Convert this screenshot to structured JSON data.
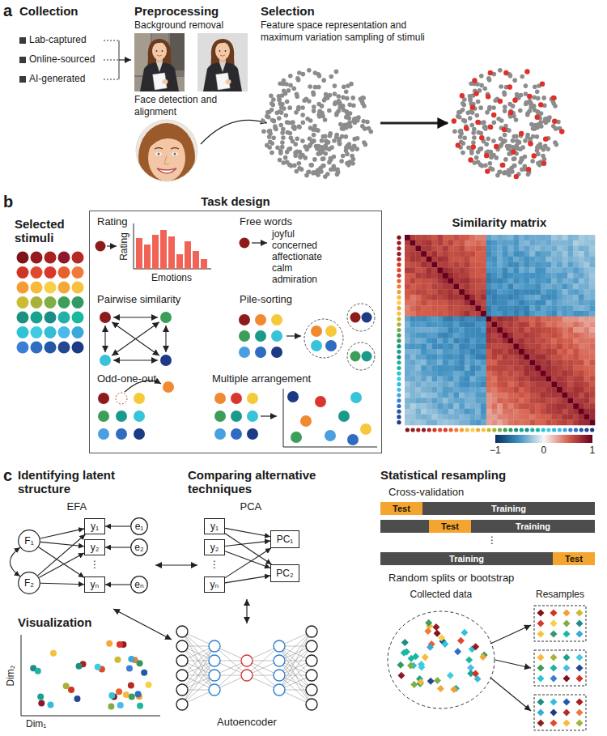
{
  "diagram": {
    "nodes": [
      {
        "text": [
          "Task design"
        ]
      },
      {
        "text": [
          "F₁"
        ]
      },
      {
        "text": [
          "F₂"
        ]
      },
      {
        "text": [
          "y₁"
        ]
      },
      {
        "text": [
          "y₂"
        ]
      },
      {
        "text": [
          "yₙ"
        ]
      },
      {
        "text": [
          "e₁"
        ]
      },
      {
        "text": [
          "e₂"
        ]
      },
      {
        "text": [
          "eₙ"
        ]
      },
      {
        "text": [
          "y₁"
        ]
      },
      {
        "text": [
          "y₂"
        ]
      },
      {
        "text": [
          "yₙ"
        ]
      },
      {
        "text": [
          "PC₁"
        ]
      },
      {
        "text": [
          "PC₂"
        ]
      },
      {
        "text": [
          "Test"
        ]
      },
      {
        "text": [
          "Training"
        ]
      },
      {
        "text": [
          "Test"
        ]
      },
      {
        "text": [
          "Training"
        ]
      },
      {
        "text": [
          "Training"
        ]
      },
      {
        "text": [
          "Test"
        ]
      }
    ],
    "edges": [
      {
        "from": 1,
        "to": 3,
        "arrow": "to"
      },
      {
        "from": 1,
        "to": 4,
        "arrow": "to"
      },
      {
        "from": 1,
        "to": 5,
        "arrow": "to"
      },
      {
        "from": 2,
        "to": 3,
        "arrow": "to"
      },
      {
        "from": 2,
        "to": 4,
        "arrow": "to"
      },
      {
        "from": 2,
        "to": 5,
        "arrow": "to"
      },
      {
        "from": 1,
        "to": 2,
        "arrow": "both"
      },
      {
        "from": 6,
        "to": 3,
        "arrow": "to"
      },
      {
        "from": 7,
        "to": 4,
        "arrow": "to"
      },
      {
        "from": 8,
        "to": 5,
        "arrow": "to"
      },
      {
        "from": 9,
        "to": 12,
        "arrow": "to"
      },
      {
        "from": 9,
        "to": 13,
        "arrow": "to"
      },
      {
        "from": 10,
        "to": 12,
        "arrow": "to"
      },
      {
        "from": 10,
        "to": 13,
        "arrow": "to"
      },
      {
        "from": 11,
        "to": 12,
        "arrow": "to"
      },
      {
        "from": 11,
        "to": 13,
        "arrow": "to"
      }
    ],
    "labels": [
      "a",
      "Collection",
      "Lab-captured",
      "Online-sourced",
      "AI-generated",
      "Preprocessing",
      "Background removal",
      "Face detection and alignment",
      "Selection",
      "Feature space representation and maximum variation sampling of stimuli",
      "b",
      "Selected stimuli",
      "Rating",
      "Rating",
      "Emotions",
      "Free words",
      "joyful",
      "concerned",
      "affectionate",
      "calm",
      "admiration",
      "Pairwise similarity",
      "Pile-sorting",
      "Odd-one-out",
      "Multiple arrangement",
      "Similarity matrix",
      "−1",
      "0",
      "1",
      "c",
      "Identifying latent structure",
      "EFA",
      "⋮",
      "Comparing alternative techniques",
      "PCA",
      "⋮",
      "Visualization",
      "Dim₂",
      "Dim₁",
      "Autoencoder",
      "Statistical resampling",
      "Cross-validation",
      "⋮",
      "Random splits or bootstrap",
      "Collected data",
      "Resamples"
    ]
  }
}
